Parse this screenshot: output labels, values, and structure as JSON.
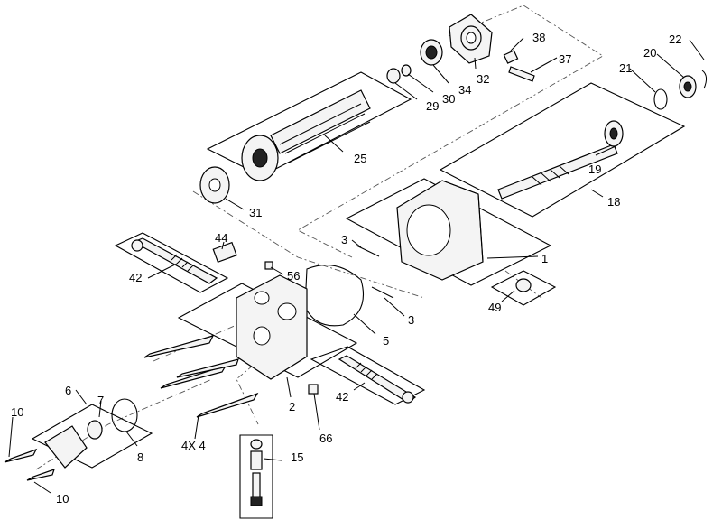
{
  "diagram": {
    "callouts": [
      {
        "id": "c38",
        "text": "38"
      },
      {
        "id": "c37",
        "text": "37"
      },
      {
        "id": "c22",
        "text": "22"
      },
      {
        "id": "c20",
        "text": "20"
      },
      {
        "id": "c21",
        "text": "21"
      },
      {
        "id": "c32",
        "text": "32"
      },
      {
        "id": "c34",
        "text": "34"
      },
      {
        "id": "c30",
        "text": "30"
      },
      {
        "id": "c29",
        "text": "29"
      },
      {
        "id": "c25",
        "text": "25"
      },
      {
        "id": "c19",
        "text": "19"
      },
      {
        "id": "c18",
        "text": "18"
      },
      {
        "id": "c31",
        "text": "31"
      },
      {
        "id": "c3a",
        "text": "3"
      },
      {
        "id": "c1",
        "text": "1"
      },
      {
        "id": "c44",
        "text": "44"
      },
      {
        "id": "c42a",
        "text": "42"
      },
      {
        "id": "c56",
        "text": "56"
      },
      {
        "id": "c3b",
        "text": "3"
      },
      {
        "id": "c49",
        "text": "49"
      },
      {
        "id": "c5",
        "text": "5"
      },
      {
        "id": "c6",
        "text": "6"
      },
      {
        "id": "c7",
        "text": "7"
      },
      {
        "id": "c2",
        "text": "2"
      },
      {
        "id": "c42b",
        "text": "42"
      },
      {
        "id": "c10a",
        "text": "10"
      },
      {
        "id": "c8",
        "text": "8"
      },
      {
        "id": "c4x4",
        "text": "4X 4"
      },
      {
        "id": "c66",
        "text": "66"
      },
      {
        "id": "c15",
        "text": "15"
      },
      {
        "id": "c10b",
        "text": "10"
      }
    ]
  }
}
